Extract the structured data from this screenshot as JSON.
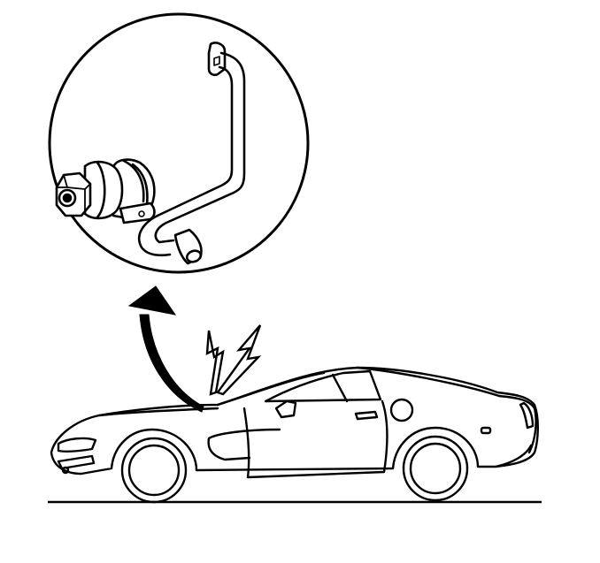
{
  "figure": {
    "type": "service-manual-line-illustration",
    "subject": "car-side-view",
    "detail_callout": "pipe-with-nut-fitting",
    "line_color": "#000000",
    "background": "#ffffff"
  }
}
